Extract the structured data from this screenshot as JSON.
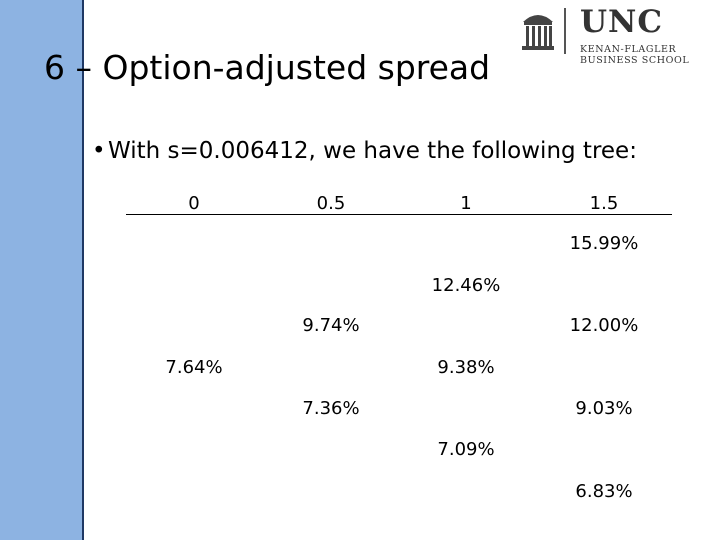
{
  "slide": {
    "title": "6 – Option-adjusted spread",
    "bullet": "With s=0.006412, we have the following tree:"
  },
  "logo": {
    "name": "UNC",
    "line1": "KENAN-FLAGLER",
    "line2": "BUSINESS SCHOOL"
  },
  "tree": {
    "headers": [
      "0",
      "0.5",
      "1",
      "1.5"
    ],
    "t0": [
      "7.64%"
    ],
    "t05": [
      "9.74%",
      "7.36%"
    ],
    "t1": [
      "12.46%",
      "9.38%",
      "7.09%"
    ],
    "t15": [
      "15.99%",
      "12.00%",
      "9.03%",
      "6.83%"
    ]
  },
  "colors": {
    "sidebar": "#8db3e2",
    "sidebar_border": "#1f3864"
  }
}
